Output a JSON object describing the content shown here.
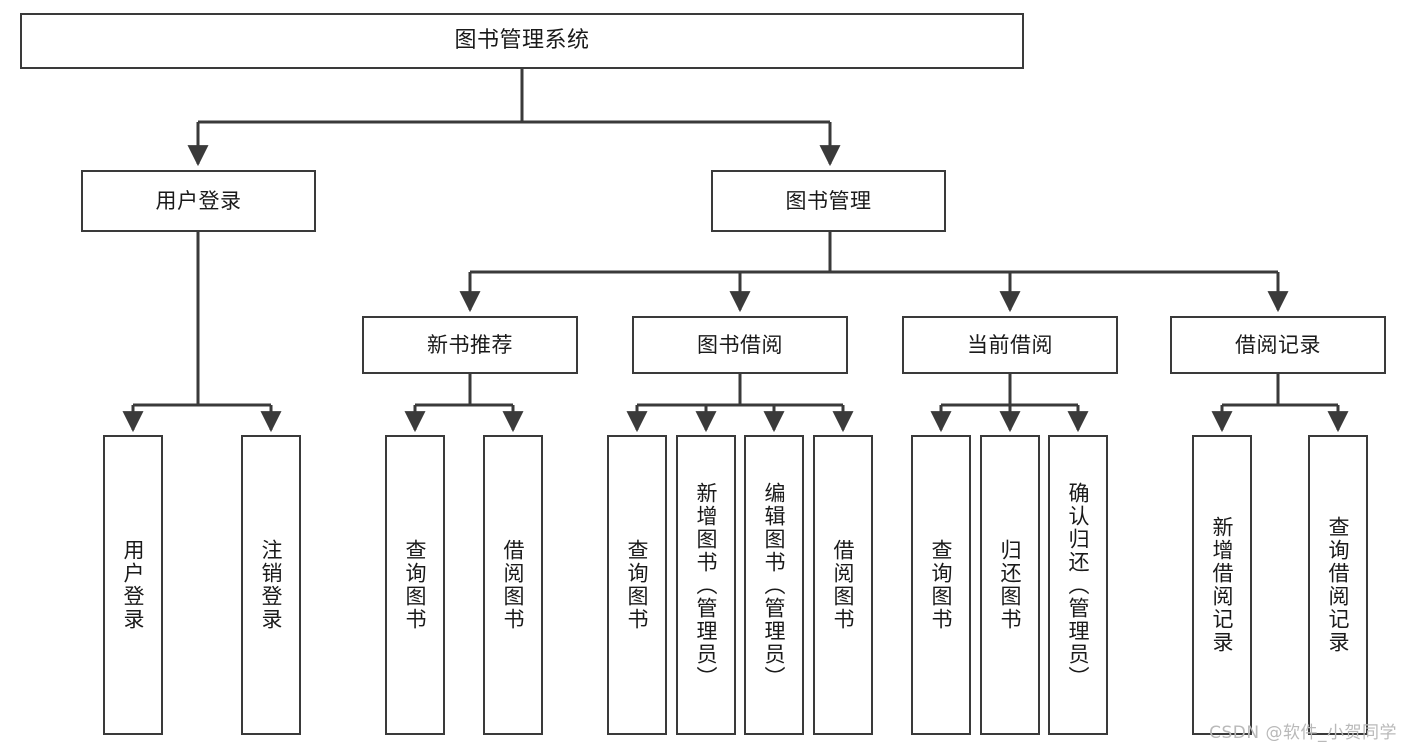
{
  "diagram": {
    "type": "tree",
    "title": "图书管理系统",
    "watermark": "CSDN @软件_小贺同学",
    "colors": {
      "box_border": "#3a3a3a",
      "box_fill": "#ffffff",
      "edge": "#3a3a3a",
      "text": "#1a1a1a",
      "watermark": "#b9b9b9"
    },
    "nodes": {
      "root": {
        "label": "图书管理系统"
      },
      "level2": [
        {
          "id": "user_login",
          "label": "用户登录"
        },
        {
          "id": "book_mgmt",
          "label": "图书管理"
        }
      ],
      "level3": [
        {
          "id": "new_book_rec",
          "label": "新书推荐"
        },
        {
          "id": "book_borrow",
          "label": "图书借阅"
        },
        {
          "id": "current_borrow",
          "label": "当前借阅"
        },
        {
          "id": "borrow_record",
          "label": "借阅记录"
        }
      ],
      "leaves": {
        "user_login": [
          {
            "id": "leaf_user_login",
            "label": "用户登录"
          },
          {
            "id": "leaf_logout",
            "label": "注销登录"
          }
        ],
        "new_book_rec": [
          {
            "id": "leaf_query_book_1",
            "label": "查询图书"
          },
          {
            "id": "leaf_borrow_book_1",
            "label": "借阅图书"
          }
        ],
        "book_borrow": [
          {
            "id": "leaf_query_book_2",
            "label": "查询图书"
          },
          {
            "id": "leaf_add_book",
            "label": "新增图书（管理员）"
          },
          {
            "id": "leaf_edit_book",
            "label": "编辑图书（管理员）"
          },
          {
            "id": "leaf_borrow_book_2",
            "label": "借阅图书"
          }
        ],
        "current_borrow": [
          {
            "id": "leaf_query_book_3",
            "label": "查询图书"
          },
          {
            "id": "leaf_return_book",
            "label": "归还图书"
          },
          {
            "id": "leaf_confirm_return",
            "label": "确认归还（管理员）"
          }
        ],
        "borrow_record": [
          {
            "id": "leaf_add_record",
            "label": "新增借阅记录"
          },
          {
            "id": "leaf_query_record",
            "label": "查询借阅记录"
          }
        ]
      }
    }
  }
}
